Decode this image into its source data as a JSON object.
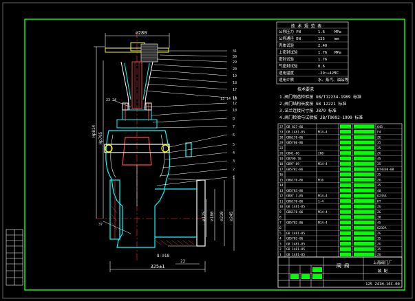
{
  "drawing": {
    "dimensions": {
      "top_width": "⌀280",
      "height_main": "Hp814",
      "height_sub": "Hp795",
      "dia_125": "⌀125",
      "dia_180": "⌀180",
      "dia_210": "⌀210",
      "dia_245": "⌀245",
      "holes": "8-⌀18",
      "length": "325±1",
      "flange_t": "22",
      "leader_23_24": "23  24",
      "leader_13_14_15": "13  14  15",
      "leader_37": "37"
    },
    "balloon_numbers": [
      "31",
      "30",
      "29",
      "20",
      "19",
      "18",
      "17",
      "16",
      "12",
      "10",
      "8",
      "7",
      "6",
      "5",
      "4",
      "3",
      "2",
      "1"
    ],
    "spec_table": {
      "title": "技 术 规 范 表",
      "rows": [
        {
          "label": "公称压力 PN",
          "value": "1.6",
          "unit": "MPa"
        },
        {
          "label": "公称通径 DN",
          "value": "125",
          "unit": "mm"
        },
        {
          "label": "壳体试验",
          "value": "2.40",
          "unit": ""
        },
        {
          "label": "上密封试验",
          "value": "1.76",
          "unit": "MPa"
        },
        {
          "label": "密封试验",
          "value": "1.76",
          "unit": ""
        },
        {
          "label": "气密封试验",
          "value": "0.6",
          "unit": ""
        },
        {
          "label": "适用温度",
          "value": "-29~+425",
          "unit": "℃"
        },
        {
          "label": "适用介质",
          "value": "水、蒸汽、油品等",
          "unit": ""
        }
      ]
    },
    "tech_requirements": {
      "title": "技术要求",
      "items": [
        "1.阀门制造检验按 GB/T12234-1989 标准",
        "2.阀门结构长度按 GB 12221 标准",
        "3.法兰连接尺寸按 JB79 标准",
        "4.阀门检验与试验按 JB/T9092-1999 标准"
      ]
    },
    "parts_list": {
      "col_no": [
        "37",
        "33",
        "30",
        "29",
        "22",
        "20",
        "19",
        "18",
        "17",
        "16",
        "15",
        "14",
        "13",
        "12",
        "11",
        "10",
        "9",
        "8",
        "7",
        "6",
        "5",
        "4",
        "3",
        "2",
        "1"
      ],
      "col_code": [
        "GB 827-86",
        "GB 1481-85",
        "GB6170-86",
        "GB5780-86",
        "",
        "GB41-86",
        "GB799-76",
        "GB97-89",
        "GB5782-86",
        "",
        "GB6170-86",
        "",
        "GB5783-86",
        "GB97.1-85",
        "GB6170-86",
        "GB 1481-85",
        "GB6170-86",
        "",
        "GB5782-86",
        "",
        "GB 1481-85",
        "GB5783-86",
        "GB 1481-85",
        "GB 1481-85",
        "GB 1481-85"
      ],
      "col_name": [
        "",
        "M14-4",
        "",
        "",
        "",
        "280",
        "",
        "M14-4",
        "",
        "",
        "M16",
        "",
        "",
        "M14-4",
        "1-4",
        "",
        "M14-4",
        "",
        "M14-4",
        "",
        "",
        "",
        "",
        "",
        ""
      ],
      "col_mat": [
        "Q45",
        "F4",
        "ZG",
        "35",
        "25",
        "ZG",
        "45",
        "35",
        "KTH330-08",
        "35",
        "ZG",
        "35",
        "40",
        "Q235A",
        "HT",
        "ZG",
        "ZG",
        "38",
        "45",
        "Q235A",
        "ZG",
        "35",
        "ZG",
        "35",
        "ZG"
      ]
    },
    "title_block": {
      "name": "闸 阀",
      "company": "上海阀门厂",
      "label_drawing": "装 配",
      "drawing_no": "125  Z41H-16C-00"
    }
  }
}
